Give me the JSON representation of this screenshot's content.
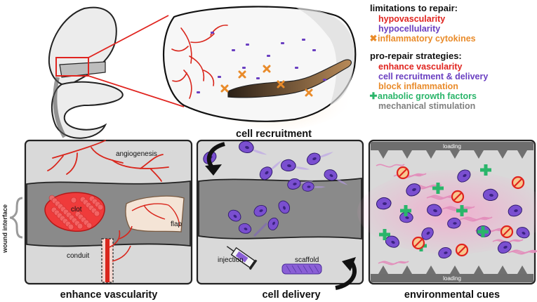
{
  "legend": {
    "limitations_title": "limitations to repair:",
    "limitations": [
      {
        "label": "hypovascularity",
        "color": "#e0241f",
        "marker": ""
      },
      {
        "label": "hypocellularity",
        "color": "#6a3fc1",
        "marker": ""
      },
      {
        "label": "inflammatory cytokines",
        "color": "#e98b2a",
        "marker": "x"
      }
    ],
    "strategies_title": "pro-repair strategies:",
    "strategies": [
      {
        "label": "enhance vascularity",
        "color": "#e0241f",
        "marker": ""
      },
      {
        "label": "cell recruitment & delivery",
        "color": "#6a3fc1",
        "marker": ""
      },
      {
        "label": "block inflammation",
        "color": "#e98b2a",
        "marker": ""
      },
      {
        "label": "anabolic growth factors",
        "color": "#2ab56a",
        "marker": "+"
      },
      {
        "label": "mechanical stimulation",
        "color": "#808080",
        "marker": ""
      }
    ]
  },
  "panels": {
    "vascularity": {
      "title": "enhance vascularity",
      "labels": {
        "angiogenesis": "angiogenesis",
        "clot": "clot",
        "flap": "flap",
        "conduit": "conduit"
      }
    },
    "cells": {
      "title": "cell delivery",
      "arrow_label": "cell recruitment",
      "labels": {
        "injection": "injection",
        "scaffold": "scaffold"
      }
    },
    "environment": {
      "title": "environmental cues",
      "loading_top": "loading",
      "loading_bottom": "loading"
    }
  },
  "side_label": "wound interface",
  "colors": {
    "vessel": "#d9261c",
    "cell": "#6a3fc1",
    "cytokine": "#e98b2a",
    "growth": "#2ab56a",
    "tissue": "#8a8a8a",
    "panel_bg": "#d9d9d9"
  }
}
